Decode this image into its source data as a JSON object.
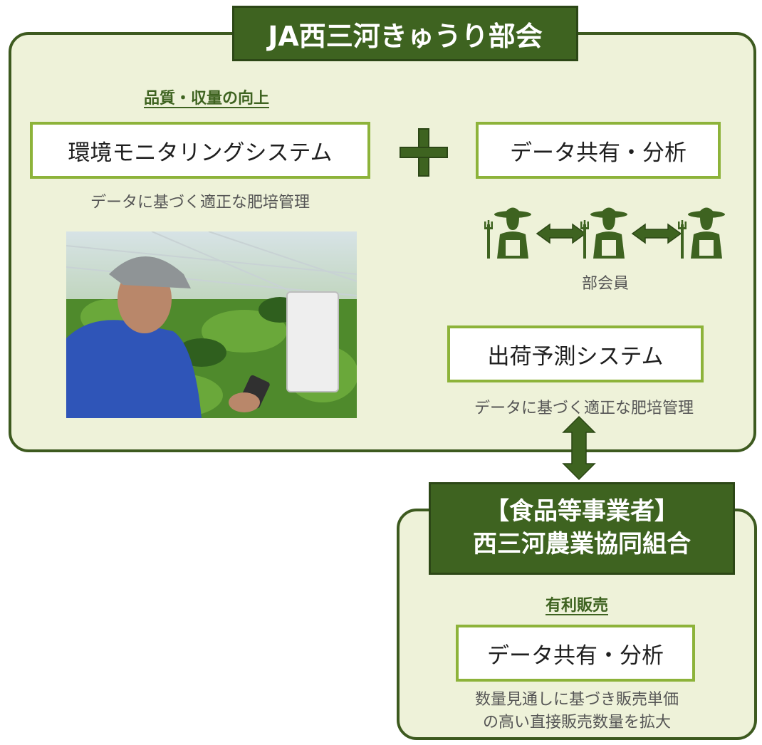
{
  "top": {
    "title": "JA西三河きゅうり部会",
    "quality_heading": "品質・収量の向上",
    "env_system": "環境モニタリングシステム",
    "env_caption": "データに基づく適正な肥培管理",
    "data_share": "データ共有・分析",
    "members_label": "部会員",
    "forecast_system": "出荷予測システム",
    "forecast_caption": "データに基づく適正な肥培管理"
  },
  "bottom": {
    "title_line1": "【食品等事業者】",
    "title_line2": "西三河農業協同組合",
    "sales_heading": "有利販売",
    "data_share": "データ共有・分析",
    "caption_line1": "数量見通しに基づき販売単価",
    "caption_line2": "の高い直接販売数量を拡大"
  },
  "colors": {
    "dark_green": "#3e6320",
    "light_green": "#8db33a",
    "panel_bg": "#eef2d9"
  }
}
